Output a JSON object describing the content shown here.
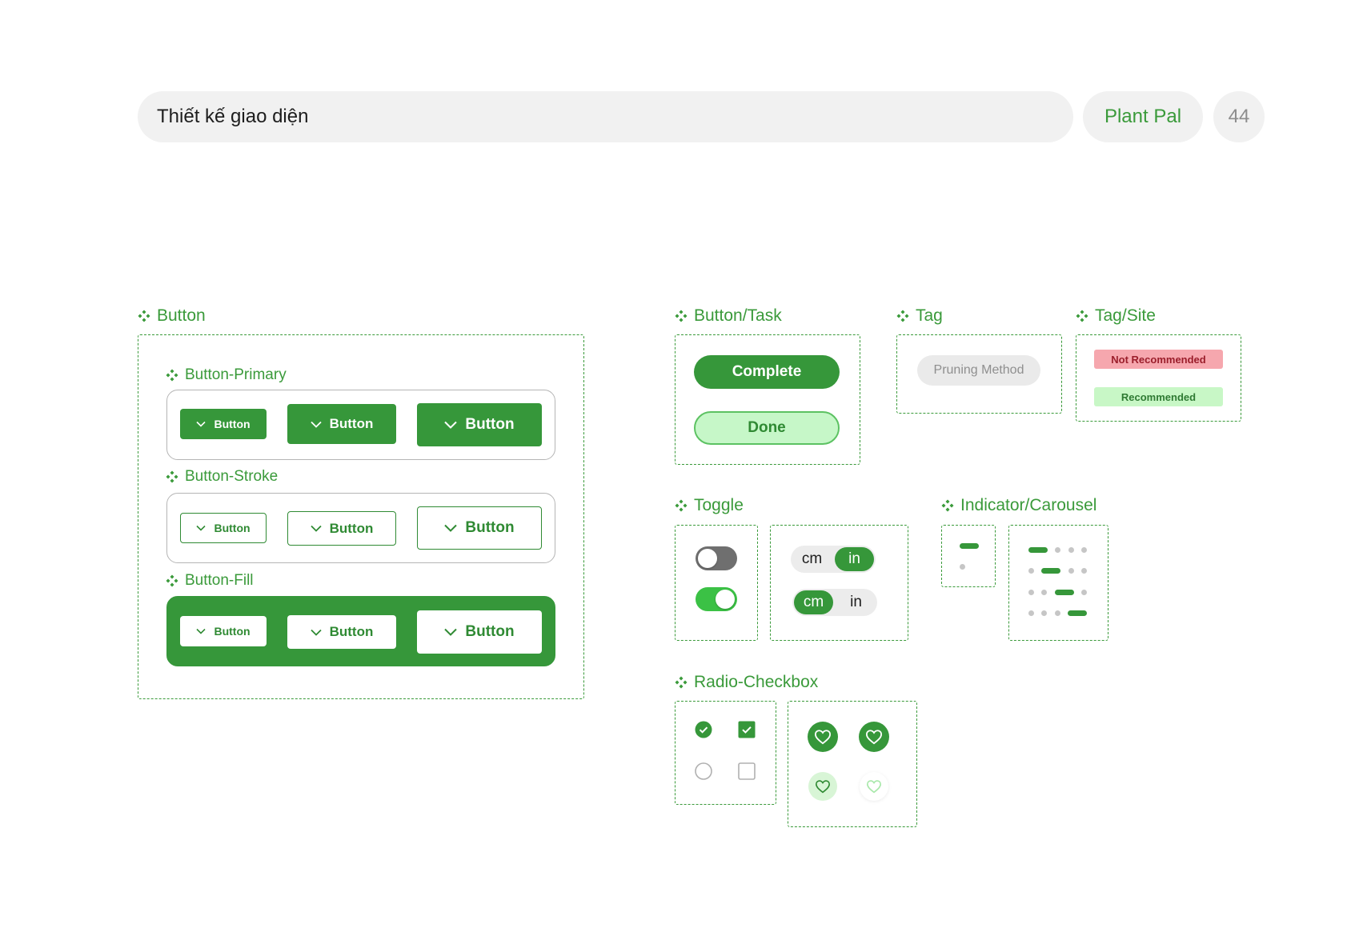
{
  "header": {
    "title": "Thiết kế giao diện",
    "brand": "Plant Pal",
    "page_number": "44"
  },
  "colors": {
    "accent": "#36973a",
    "accent_light": "#c6f7c8",
    "danger_bg": "#f6a7ae",
    "danger_text": "#9b1e2b",
    "neutral_bg": "#f1f1f1"
  },
  "sections": {
    "button": "Button",
    "button_primary": "Button-Primary",
    "button_stroke": "Button-Stroke",
    "button_fill": "Button-Fill",
    "button_task": "Button/Task",
    "tag": "Tag",
    "tag_site": "Tag/Site",
    "toggle": "Toggle",
    "indicator_carousel": "Indicator/Carousel",
    "radio_checkbox": "Radio-Checkbox"
  },
  "buttons": {
    "primary": [
      "Button",
      "Button",
      "Button"
    ],
    "stroke": [
      "Button",
      "Button",
      "Button"
    ],
    "fill": [
      "Button",
      "Button",
      "Button"
    ],
    "icon": "chevron-down-icon"
  },
  "task_buttons": {
    "complete": "Complete",
    "done": "Done"
  },
  "tag": {
    "label": "Pruning Method"
  },
  "tag_site": {
    "not_recommended": "Not Recommended",
    "recommended": "Recommended"
  },
  "toggle": {
    "switch_off_state": "off",
    "switch_on_state": "on",
    "unit_a": {
      "left": "cm",
      "right": "in",
      "selected": "in"
    },
    "unit_b": {
      "left": "cm",
      "right": "in",
      "selected": "cm"
    }
  },
  "indicator": {
    "small_active_index": 0,
    "small_count": 2,
    "carousel_count": 4,
    "carousel_active_rows": [
      0,
      1,
      2,
      3
    ]
  },
  "radio_checkbox": {
    "radio_checked": true,
    "checkbox_checked": true,
    "radio_unchecked": false,
    "checkbox_unchecked": false,
    "heart_icon": "heart-icon"
  }
}
